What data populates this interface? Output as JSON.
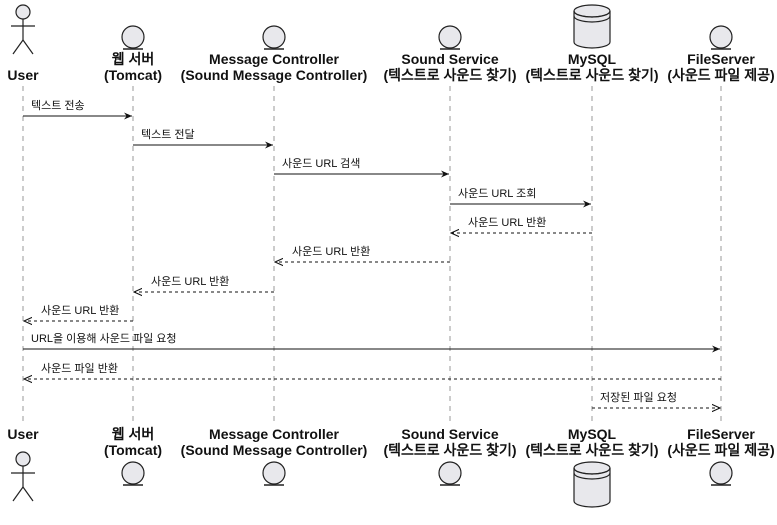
{
  "participants": [
    {
      "id": "user",
      "kind": "actor",
      "line1": "User",
      "line2": ""
    },
    {
      "id": "web",
      "kind": "entity",
      "line1": "웹 서버",
      "line2": "(Tomcat)"
    },
    {
      "id": "mc",
      "kind": "entity",
      "line1": "Message Controller",
      "line2": "(Sound Message Controller)"
    },
    {
      "id": "ss",
      "kind": "entity",
      "line1": "Sound Service",
      "line2": "(텍스트로 사운드 찾기)"
    },
    {
      "id": "db",
      "kind": "database",
      "line1": "MySQL",
      "line2": "(텍스트로 사운드 찾기)"
    },
    {
      "id": "fs",
      "kind": "entity",
      "line1": "FileServer",
      "line2": "(사운드 파일 제공)"
    }
  ],
  "messages": [
    {
      "from": "user",
      "to": "web",
      "text": "텍스트 전송",
      "style": "solid"
    },
    {
      "from": "web",
      "to": "mc",
      "text": "텍스트 전달",
      "style": "solid"
    },
    {
      "from": "mc",
      "to": "ss",
      "text": "사운드 URL 검색",
      "style": "solid"
    },
    {
      "from": "ss",
      "to": "db",
      "text": "사운드 URL 조회",
      "style": "solid"
    },
    {
      "from": "db",
      "to": "ss",
      "text": "사운드 URL 반환",
      "style": "dashed"
    },
    {
      "from": "ss",
      "to": "mc",
      "text": "사운드 URL 반환",
      "style": "dashed"
    },
    {
      "from": "mc",
      "to": "web",
      "text": "사운드 URL 반환",
      "style": "dashed"
    },
    {
      "from": "web",
      "to": "user",
      "text": "사운드 URL 반환",
      "style": "dashed"
    },
    {
      "from": "user",
      "to": "fs",
      "text": "URL을 이용해 사운드 파일 요청",
      "style": "solid"
    },
    {
      "from": "fs",
      "to": "user",
      "text": "사운드 파일 반환",
      "style": "dashed"
    },
    {
      "from": "db",
      "to": "fs",
      "text": "저장된 파일 요청",
      "style": "dashed"
    }
  ]
}
